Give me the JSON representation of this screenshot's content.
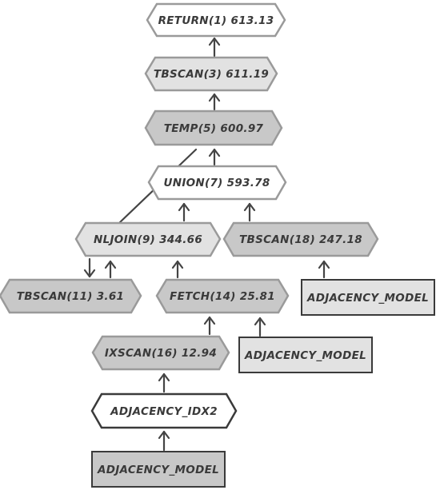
{
  "diagram": {
    "nodes": [
      {
        "id": "return",
        "label": "RETURN(1) 613.13"
      },
      {
        "id": "tbscan3",
        "label": "TBSCAN(3) 611.19"
      },
      {
        "id": "temp5",
        "label": "TEMP(5) 600.97"
      },
      {
        "id": "union7",
        "label": "UNION(7) 593.78"
      },
      {
        "id": "nljoin9",
        "label": "NLJOIN(9) 344.66"
      },
      {
        "id": "tbscan18",
        "label": "TBSCAN(18) 247.18"
      },
      {
        "id": "tbscan11",
        "label": "TBSCAN(11) 3.61"
      },
      {
        "id": "fetch14",
        "label": "FETCH(14) 25.81"
      },
      {
        "id": "table_right",
        "label": "ADJACENCY_MODEL"
      },
      {
        "id": "ixscan16",
        "label": "IXSCAN(16) 12.94"
      },
      {
        "id": "table_mid",
        "label": "ADJACENCY_MODEL"
      },
      {
        "id": "index",
        "label": "ADJACENCY_IDX2"
      },
      {
        "id": "table_bottom",
        "label": "ADJACENCY_MODEL"
      }
    ],
    "colors": {
      "light_fill": "#ffffff",
      "mid_fill": "#e2e2e2",
      "dark_fill": "#c8c8c8",
      "border": "#9a9a9a",
      "strong_border": "#3a3a3a",
      "edge": "#444444"
    }
  }
}
